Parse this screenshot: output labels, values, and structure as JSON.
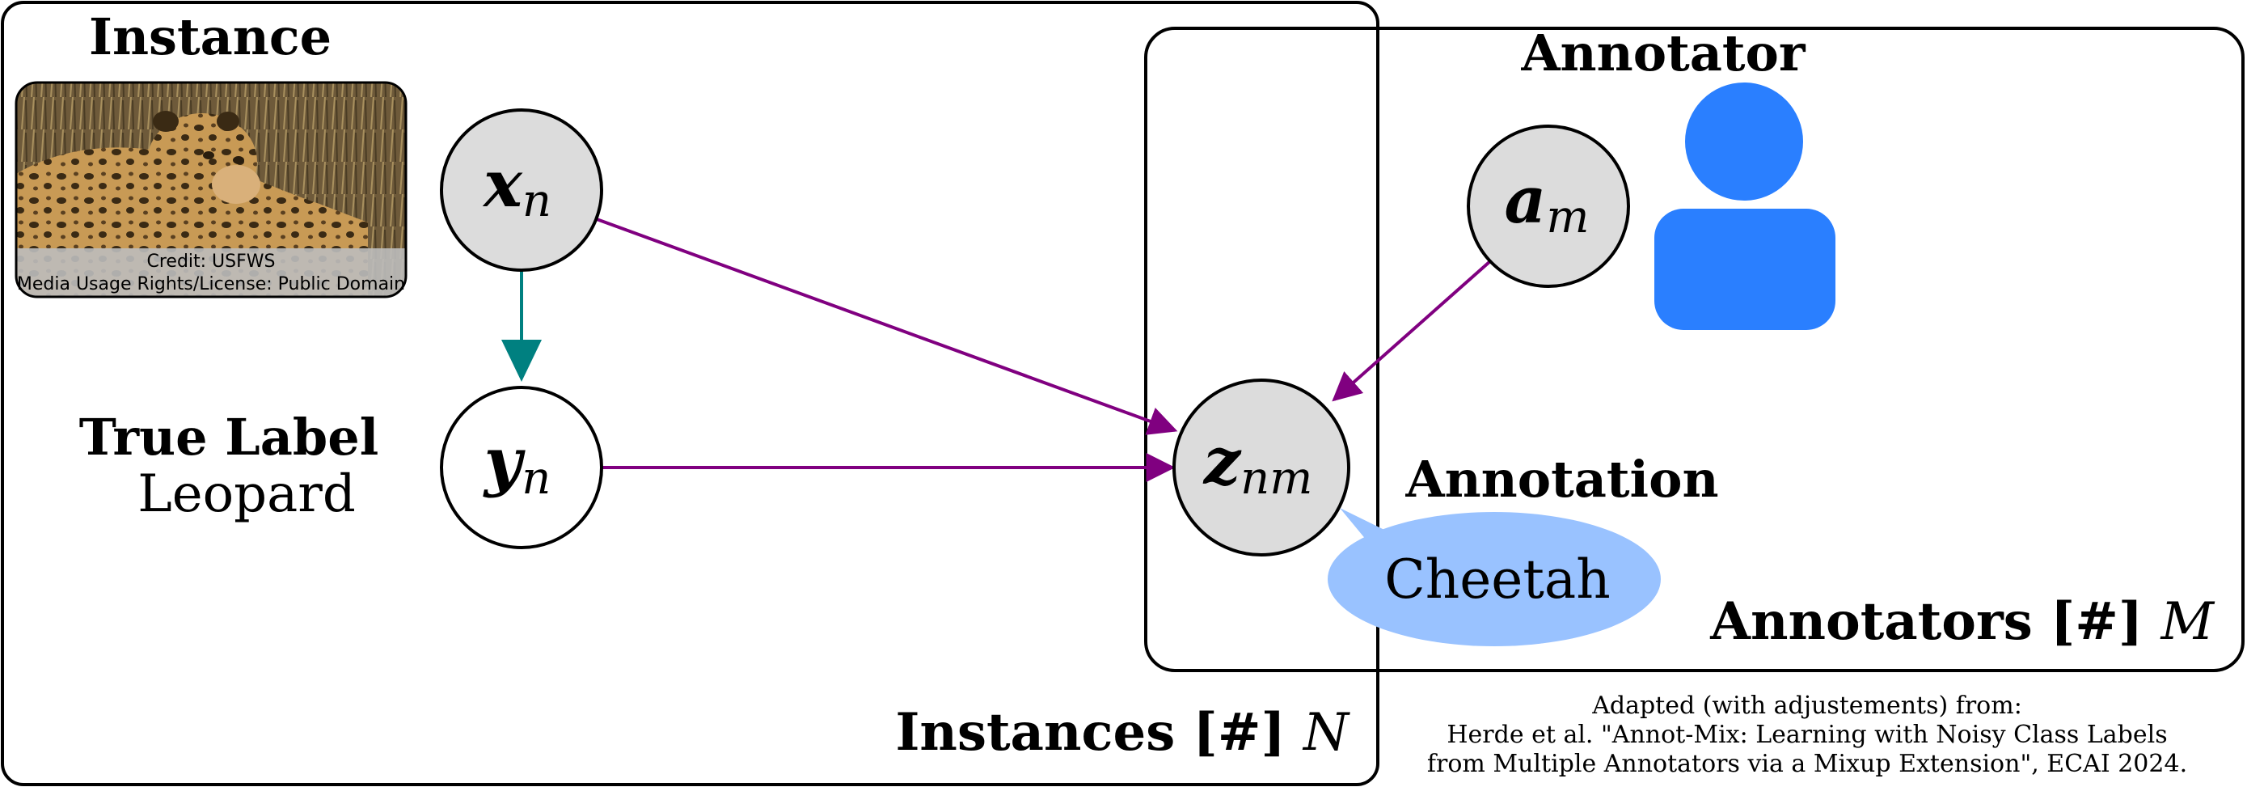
{
  "plates": {
    "instances": {
      "label": "Instances [#] ",
      "var": "N"
    },
    "annotators": {
      "label": "Annotators [#] ",
      "var": "M"
    }
  },
  "headings": {
    "instance": "Instance",
    "annotator": "Annotator",
    "true_label": "True Label",
    "true_label_value": "Leopard",
    "annotation": "Annotation",
    "annotation_value": "Cheetah"
  },
  "photo": {
    "credit": "Credit: USFWS",
    "license": "Media Usage Rights/License: Public Domain"
  },
  "nodes": {
    "x": {
      "base": "x",
      "sub": "n"
    },
    "y": {
      "base": "y",
      "sub": "n"
    },
    "a": {
      "base": "a",
      "sub": "m"
    },
    "z": {
      "base": "z",
      "sub": "nm"
    }
  },
  "footnote": {
    "line1": "Adapted (with adjustements) from:",
    "line2": "Herde et al. \"Annot-Mix: Learning with Noisy Class Labels",
    "line3": "from Multiple Annotators via a Mixup Extension\", ECAI 2024."
  },
  "colors": {
    "observed_node": "#dcdcdc",
    "latent_node": "#ffffff",
    "edge_purple": "#800080",
    "edge_teal": "#008080",
    "annotator_icon": "#2a7fff",
    "speech_bubble": "#99c2ff"
  },
  "icons": {
    "annotator": "person-icon",
    "photo": "leopard-photo"
  }
}
